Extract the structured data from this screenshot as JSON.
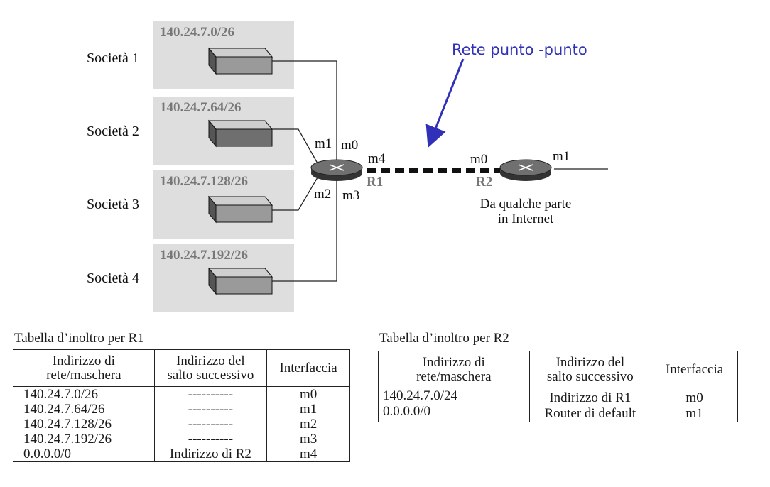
{
  "networks": [
    {
      "label": "Società 1",
      "prefix": "140.24.7.0/26"
    },
    {
      "label": "Società 2",
      "prefix": "140.24.7.64/26"
    },
    {
      "label": "Società 3",
      "prefix": "140.24.7.128/26"
    },
    {
      "label": "Società 4",
      "prefix": "140.24.7.192/26"
    }
  ],
  "router1": {
    "name": "R1",
    "ports": [
      "m0",
      "m1",
      "m2",
      "m3",
      "m4"
    ]
  },
  "router2": {
    "name": "R2",
    "ports": [
      "m0",
      "m1"
    ],
    "caption_line1": "Da qualche parte",
    "caption_line2": "in Internet"
  },
  "annotation": {
    "text": "Rete punto -punto",
    "color": "#3030b8"
  },
  "colors": {
    "box_fill": "#dedede",
    "device_fill": "#9a9a9a",
    "router_fill": "#6e6e6e",
    "line": "#222222"
  },
  "table_r1": {
    "title": "Tabella d’inoltro per R1",
    "headers": [
      "Indirizzo di rete/maschera",
      "Indirizzo del salto successivo",
      "Interfaccia"
    ],
    "header_lines": [
      [
        "Indirizzo di",
        "rete/maschera"
      ],
      [
        "Indirizzo del",
        "salto successivo"
      ],
      [
        "Interfaccia"
      ]
    ],
    "rows": [
      [
        "140.24.7.0/26",
        "----------",
        "m0"
      ],
      [
        "140.24.7.64/26",
        "----------",
        "m1"
      ],
      [
        "140.24.7.128/26",
        "----------",
        "m2"
      ],
      [
        "140.24.7.192/26",
        "----------",
        "m3"
      ],
      [
        "0.0.0.0/0",
        "Indirizzo di R2",
        "m4"
      ]
    ]
  },
  "table_r2": {
    "title": "Tabella d’inoltro per R2",
    "headers": [
      "Indirizzo di rete/maschera",
      "Indirizzo del salto successivo",
      "Interfaccia"
    ],
    "header_lines": [
      [
        "Indirizzo di",
        "rete/maschera"
      ],
      [
        "Indirizzo del",
        "salto successivo"
      ],
      [
        "Interfaccia"
      ]
    ],
    "rows": [
      [
        "140.24.7.0/24",
        "Indirizzo di R1",
        "m0"
      ],
      [
        "0.0.0.0/0",
        "Router di default",
        "m1"
      ]
    ]
  }
}
